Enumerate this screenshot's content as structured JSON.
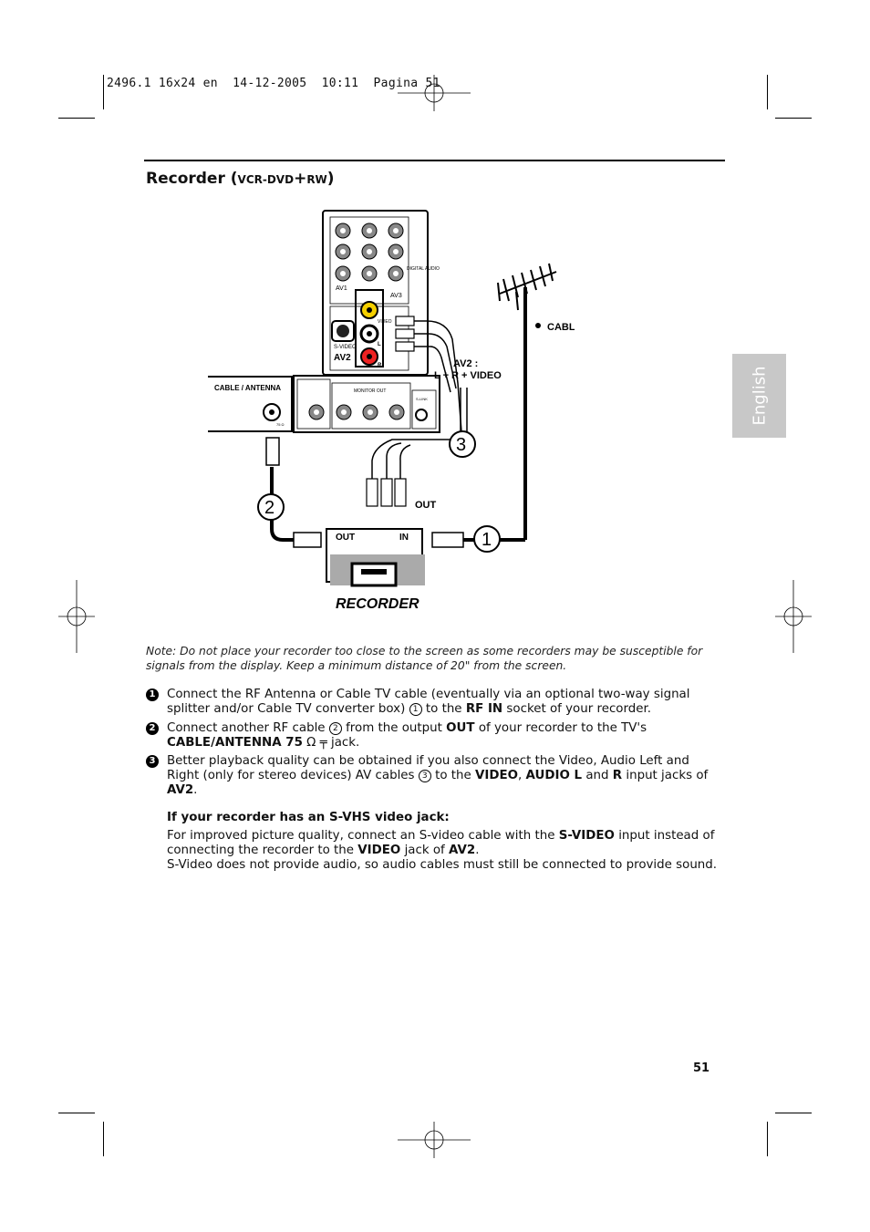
{
  "slug": "2496.1 16x24 en  14-12-2005  10:11  Pagina 51",
  "title": {
    "main": "Recorder (",
    "device": "VCR-DVD",
    "plus": "+",
    "rw": "RW",
    "close": ")"
  },
  "side_tab": "English",
  "diagram": {
    "cable": "CABLE",
    "av2_line1": "AV2 :",
    "av2_line2": "L + R + VIDEO",
    "cable_antenna": "CABLE / ANTENNA",
    "out": "OUT",
    "rec_out": "OUT",
    "rec_in": "IN",
    "recorder": "RECORDER",
    "av1": "AV1",
    "av2": "AV2",
    "av3": "AV3",
    "svideo": "S-VIDEO",
    "video": "VIDEO",
    "l": "L",
    "r": "R",
    "digital_audio": "DIGITAL AUDIO",
    "monitor_out": "MONITOR OUT",
    "slink": "S-LINK",
    "ohm": "75 Ω",
    "step1": "1",
    "step2": "2",
    "step3": "3"
  },
  "note": "Note: Do not place your recorder too close to the screen as some recorders may be susceptible for signals from the display. Keep a minimum distance of 20\" from the screen.",
  "steps": [
    {
      "n": "1",
      "a": "Connect the RF Antenna or Cable TV cable (eventually via an optional two-way signal splitter and/or Cable TV converter box)",
      "c": "1",
      "b": "to the",
      "bold1": "RF IN",
      "d": "socket of your recorder."
    },
    {
      "n": "2",
      "a": "Connect another RF cable",
      "c": "2",
      "b": "from the output",
      "bold1": "OUT",
      "d": "of your recorder to the TV's",
      "bold2": "CABLE/ANTENNA 75",
      "sym": "Ω",
      "e": "jack."
    },
    {
      "n": "3",
      "a": "Better playback quality can be obtained if you also connect the Video, Audio Left and Right (only for stereo devices) AV cables",
      "c": "3",
      "b": "to the",
      "bold1": "VIDEO",
      "sep1": ",",
      "bold2": "AUDIO L",
      "and": "and",
      "bold3": "R",
      "d": "input jacks of",
      "bold4": "AV2",
      "end": "."
    }
  ],
  "svhs": {
    "heading": "If your recorder has an S-VHS video jack:",
    "p1a": "For improved picture quality, connect an S-video cable with the",
    "p1b": "S-VIDEO",
    "p1c": "input instead of connecting the recorder to the",
    "p1d": "VIDEO",
    "p1e": "jack of",
    "p1f": "AV2",
    "p1g": ".",
    "p2": "S-Video does not provide audio, so audio cables must still be connected to provide sound."
  },
  "page_number": "51"
}
